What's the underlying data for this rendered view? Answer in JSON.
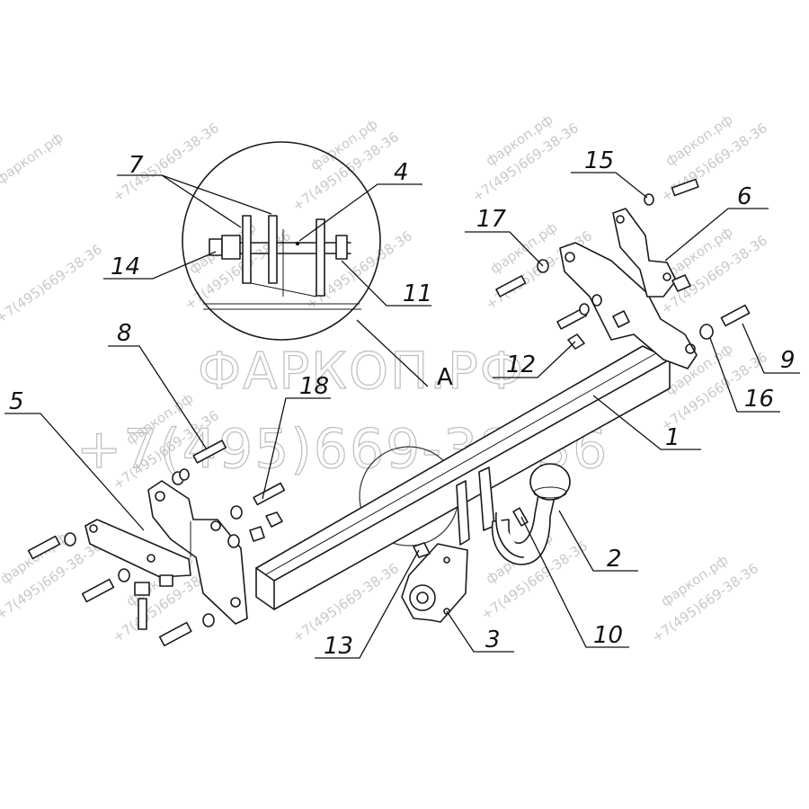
{
  "detail_view_label": "A",
  "callouts": [
    "1",
    "2",
    "3",
    "4",
    "5",
    "6",
    "7",
    "8",
    "9",
    "10",
    "11",
    "12",
    "13",
    "14",
    "15",
    "16",
    "17",
    "18"
  ],
  "watermark": {
    "brand": "ФАРКОП.РФ",
    "phone": "+7(495)669-38-36",
    "small_phone": "+7(495)669-38-36",
    "small_site": "фаркоп.рф"
  }
}
